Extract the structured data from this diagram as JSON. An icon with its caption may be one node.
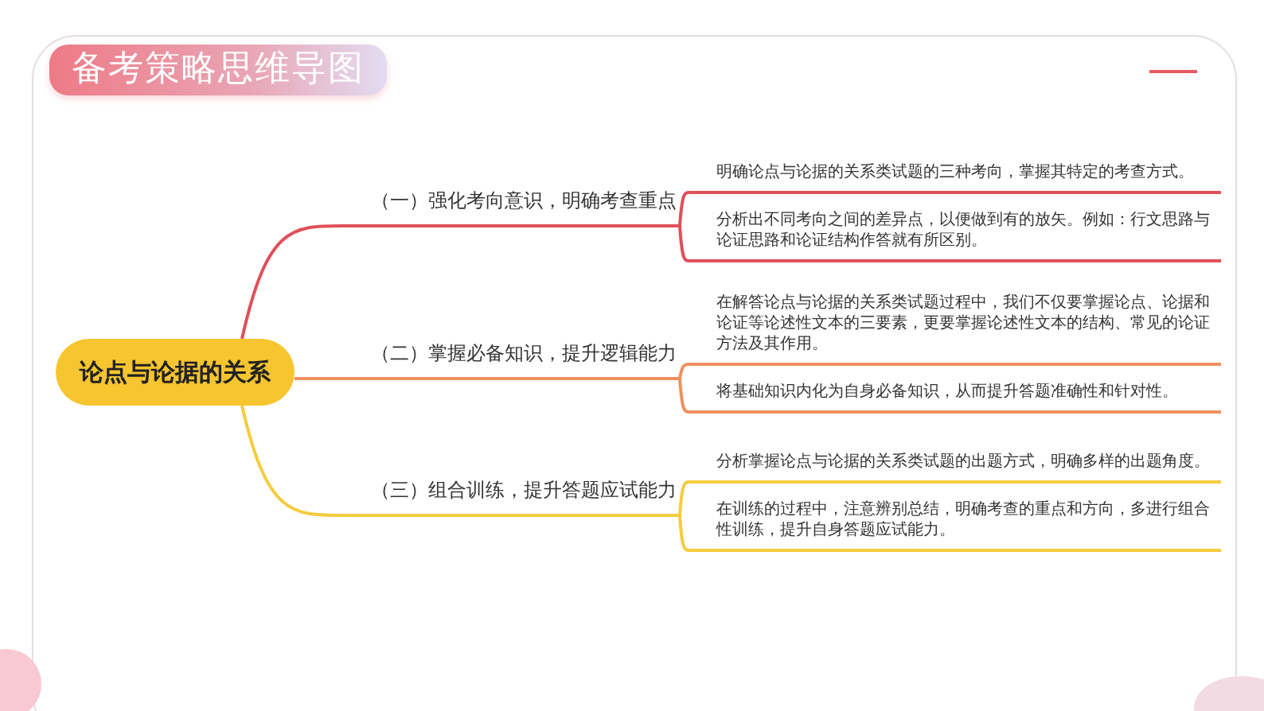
{
  "diagram": {
    "title": "备考策略思维导图",
    "nodes": [
      {
        "text": [
          "论点与论据的关系"
        ]
      },
      {
        "text": [
          "（一）强化考向意识，明确考查重点"
        ]
      },
      {
        "text": [
          "（二）掌握必备知识，提升逻辑能力"
        ]
      },
      {
        "text": [
          "（三）组合训练，提升答题应试能力"
        ]
      },
      {
        "text": [
          "明确论点与论据的关系类试题的三种考向，掌握其特定的考查方式。"
        ]
      },
      {
        "text": [
          "分析出不同考向之间的差异点，以便做到有的放矢。例如：行文思路与论证思路和论证结构作答就有所区别。"
        ]
      },
      {
        "text": [
          "在解答论点与论据的关系类试题过程中，我们不仅要掌握论点、论据和论证等论述性文本的三要素，更要掌握论述性文本的结构、常见的论证方法及其作用。"
        ]
      },
      {
        "text": [
          "将基础知识内化为自身必备知识，从而提升答题准确性和针对性。"
        ]
      },
      {
        "text": [
          "分析掌握论点与论据的关系类试题的出题方式，明确多样的出题角度。"
        ]
      },
      {
        "text": [
          "在训练的过程中，注意辨别总结，明确考查的重点和方向，多进行组合性训练，提升自身答题应试能力。"
        ]
      }
    ],
    "edges": [
      {
        "from": 0,
        "to": 1,
        "arrow": "none",
        "color": "#e0505a"
      },
      {
        "from": 0,
        "to": 2,
        "arrow": "none",
        "color": "#ee9060"
      },
      {
        "from": 0,
        "to": 3,
        "arrow": "none",
        "color": "#f5cc40"
      },
      {
        "from": 1,
        "to": 4,
        "arrow": "none",
        "color": "#e0505a"
      },
      {
        "from": 1,
        "to": 5,
        "arrow": "none",
        "color": "#e0505a"
      },
      {
        "from": 2,
        "to": 6,
        "arrow": "none",
        "color": "#ee9060"
      },
      {
        "from": 2,
        "to": 7,
        "arrow": "none",
        "color": "#ee9060"
      },
      {
        "from": 3,
        "to": 8,
        "arrow": "none",
        "color": "#f5cc40"
      },
      {
        "from": 3,
        "to": 9,
        "arrow": "none",
        "color": "#f5cc40"
      }
    ]
  }
}
